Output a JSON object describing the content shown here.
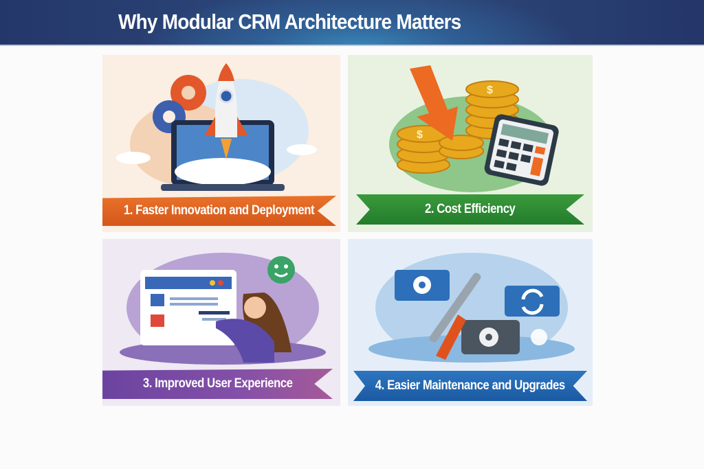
{
  "header": {
    "title": "Why Modular CRM Architecture Matters"
  },
  "panels": [
    {
      "label": "1. Faster Innovation and Deployment",
      "icon": "rocket-laptop-icon",
      "color": "#e06524",
      "bg": "#fbeee2"
    },
    {
      "label": "2. Cost Efficiency",
      "icon": "coins-calculator-icon",
      "color": "#2e8b34",
      "bg": "#e9f2e1"
    },
    {
      "label": "3. Improved User Experience",
      "icon": "user-checklist-icon",
      "color": "#7a4aa5",
      "bg": "#efe9f3"
    },
    {
      "label": "4. Easier Maintenance and Upgrades",
      "icon": "tools-modules-icon",
      "color": "#2469b3",
      "bg": "#e5eef8"
    }
  ]
}
